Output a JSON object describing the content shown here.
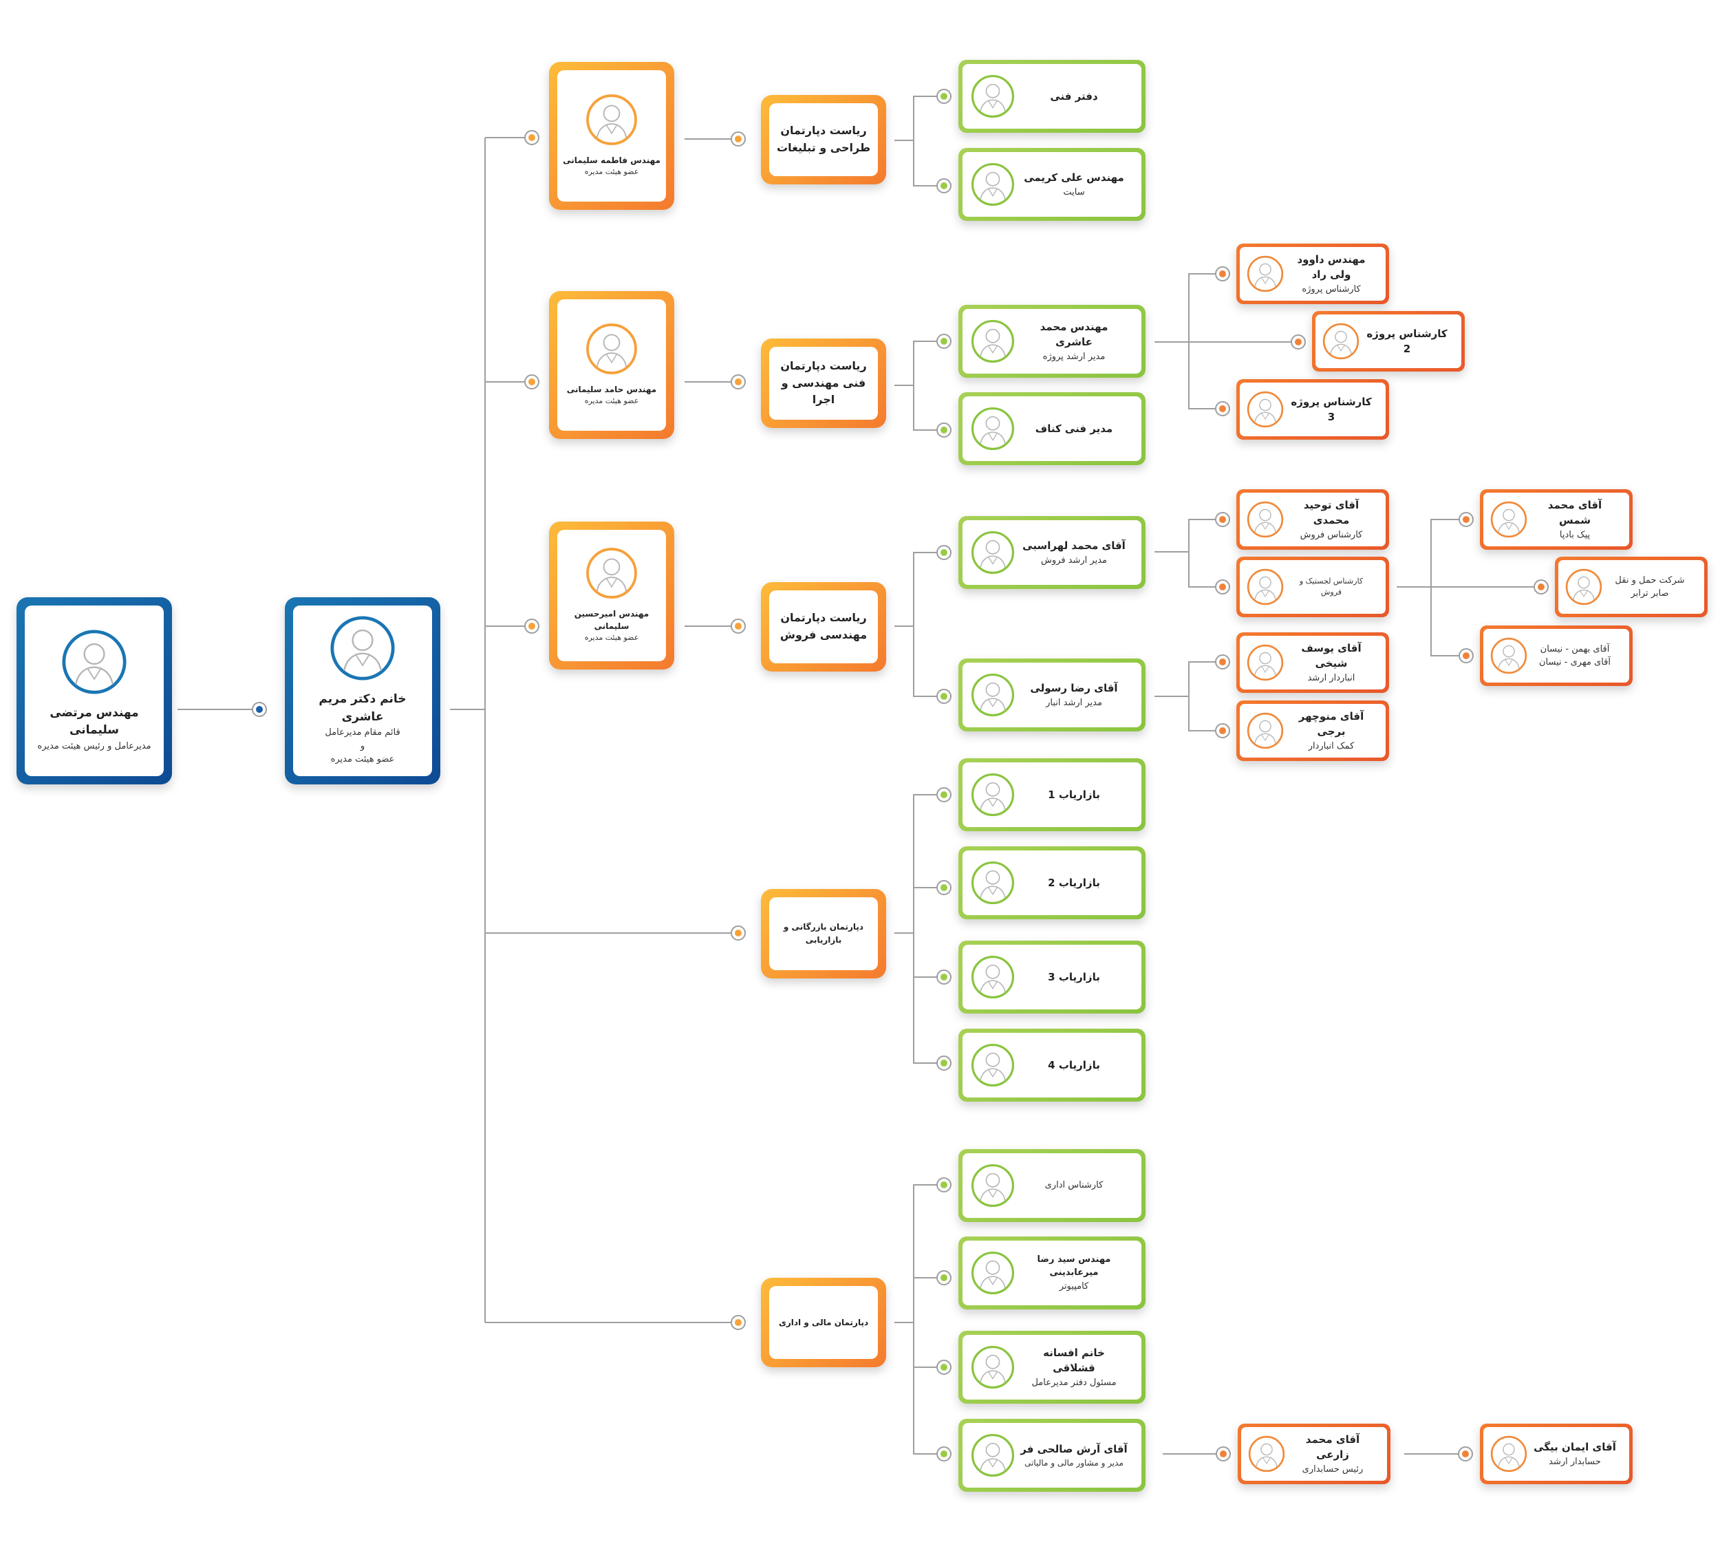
{
  "colors": {
    "blue": "#0e4a94",
    "orange": "#f7962f",
    "green": "#8ac43f",
    "red": "#ea5a2b",
    "connector": "#9e9e9e"
  },
  "ceo": {
    "name": "مهندس مرتضی سلیمانی",
    "role": "مدیرعامل و رئیس هیئت مدیره",
    "icon": "user-avatar-icon"
  },
  "deputy": {
    "name": "خانم دکتر مریم عاشری",
    "role1": "قائم مقام مدیرعامل",
    "role2": "و",
    "role3": "عضو هیئت مدیره"
  },
  "board": [
    {
      "name": "مهندس فاطمه سلیمانی",
      "role": "عضو هیئت مدیره"
    },
    {
      "name": "مهندس حامد سلیمانی",
      "role": "عضو هیئت مدیره"
    },
    {
      "name": "مهندس امیرحسین سلیمانی",
      "role": "عضو هیئت مدیره"
    }
  ],
  "departments": [
    {
      "line1": "ریاست دپارتمان",
      "line2": "طراحی و تبلیغات"
    },
    {
      "line1": "ریاست دپارتمان",
      "line2": "فنی مهندسی و اجرا"
    },
    {
      "line1": "ریاست دپارتمان",
      "line2": "مهندسی فروش"
    },
    {
      "line1": "دپارتمان بازرگانی و بازاریابی",
      "line2": ""
    },
    {
      "line1": "دپارتمان مالی و اداری",
      "line2": ""
    }
  ],
  "staff": {
    "design": [
      {
        "name": "دفتر فنی",
        "role": ""
      },
      {
        "name": "مهندس علی کریمی",
        "role": "سایت"
      }
    ],
    "engineering": [
      {
        "name": "مهندس محمد عاشری",
        "role": "مدیر ارشد پروژه"
      },
      {
        "name": "مدیر فنی کناف",
        "role": ""
      }
    ],
    "sales": [
      {
        "name": "آقای محمد لهراسبی",
        "role": "مدیر ارشد فروش"
      },
      {
        "name": "آقای رضا رسولی",
        "role": "مدیر ارشد انبار"
      }
    ],
    "marketing": [
      {
        "name": "بازاریاب 1",
        "role": ""
      },
      {
        "name": "بازاریاب 2",
        "role": ""
      },
      {
        "name": "بازاریاب 3",
        "role": ""
      },
      {
        "name": "بازاریاب 4",
        "role": ""
      }
    ],
    "finance": [
      {
        "name": "",
        "role": "کارشناس اداری"
      },
      {
        "name": "مهندس سید رضا میرعابدینی",
        "role": "کامپیوتر"
      },
      {
        "name": "خانم افسانه قشلاقی",
        "role": "مسئول دفتر مدیرعامل"
      },
      {
        "name": "آقای آرش صالحی فر",
        "role": "مدیر و مشاور مالی و مالیاتی"
      }
    ]
  },
  "subStaff": {
    "projects": [
      {
        "name": "مهندس داوود ولی راد",
        "role": "کارشناس پروژه"
      },
      {
        "name": "کارشناس پروژه 2",
        "role": ""
      },
      {
        "name": "کارشناس پروژه 3",
        "role": ""
      }
    ],
    "salesExperts": [
      {
        "name": "آقای توحید محمدی",
        "role": "کارشناس فروش"
      },
      {
        "name": "",
        "role": "کارشناس لجستیک و فروش"
      }
    ],
    "warehouse": [
      {
        "name": "آقای یوسف شیخی",
        "role": "انباردار ارشد"
      },
      {
        "name": "آقای منوچهر برجی",
        "role": "کمک انباردار"
      }
    ],
    "logistics": [
      {
        "name": "آقای محمد شمس",
        "role": "پیک بادپا"
      },
      {
        "name": "",
        "role1": "شرکت حمل و نقل",
        "role2": "صابر ترابر"
      },
      {
        "name": "",
        "role1": "آقای بهمن - نیسان",
        "role2": "آقای مهری - نیسان"
      }
    ],
    "accounting": [
      {
        "name": "آقای محمد زارعی",
        "role": "رئیس حسابداری"
      },
      {
        "name": "آقای ایمان بیگی",
        "role": "حسابدار ارشد"
      }
    ]
  }
}
